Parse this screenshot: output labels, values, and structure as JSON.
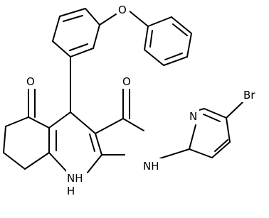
{
  "colors": {
    "background": "#ffffff",
    "ink": "#000000"
  },
  "atoms": {
    "phenoxy_o": "O",
    "ketone_o": "O",
    "amide_o": "O",
    "pyridine_n": "N",
    "bromine": "Br",
    "amide_nh": "NH",
    "ring_nh": "NH",
    "ring_h": "H"
  }
}
